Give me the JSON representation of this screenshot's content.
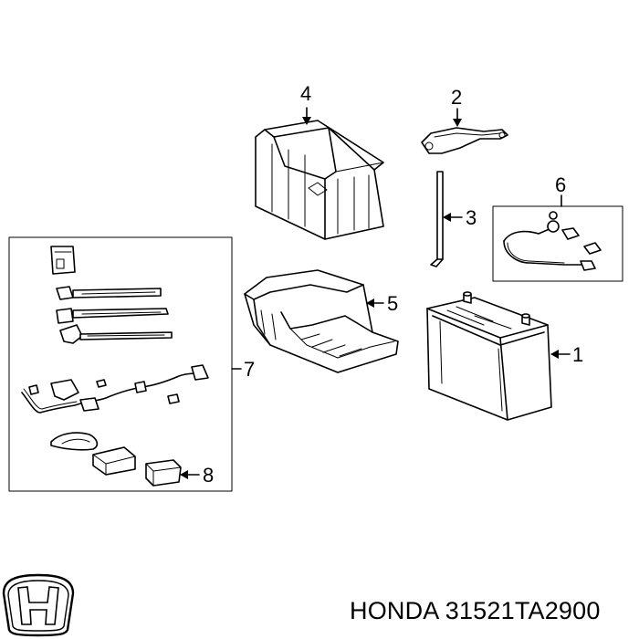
{
  "callouts": {
    "c1": "1",
    "c2": "2",
    "c3": "3",
    "c4": "4",
    "c5": "5",
    "c6": "6",
    "c7": "7",
    "c8": "8"
  },
  "footer": {
    "brand": "HONDA",
    "part_number": "31521TA2900"
  },
  "icons": {
    "logo": "honda-h-logo-icon"
  }
}
